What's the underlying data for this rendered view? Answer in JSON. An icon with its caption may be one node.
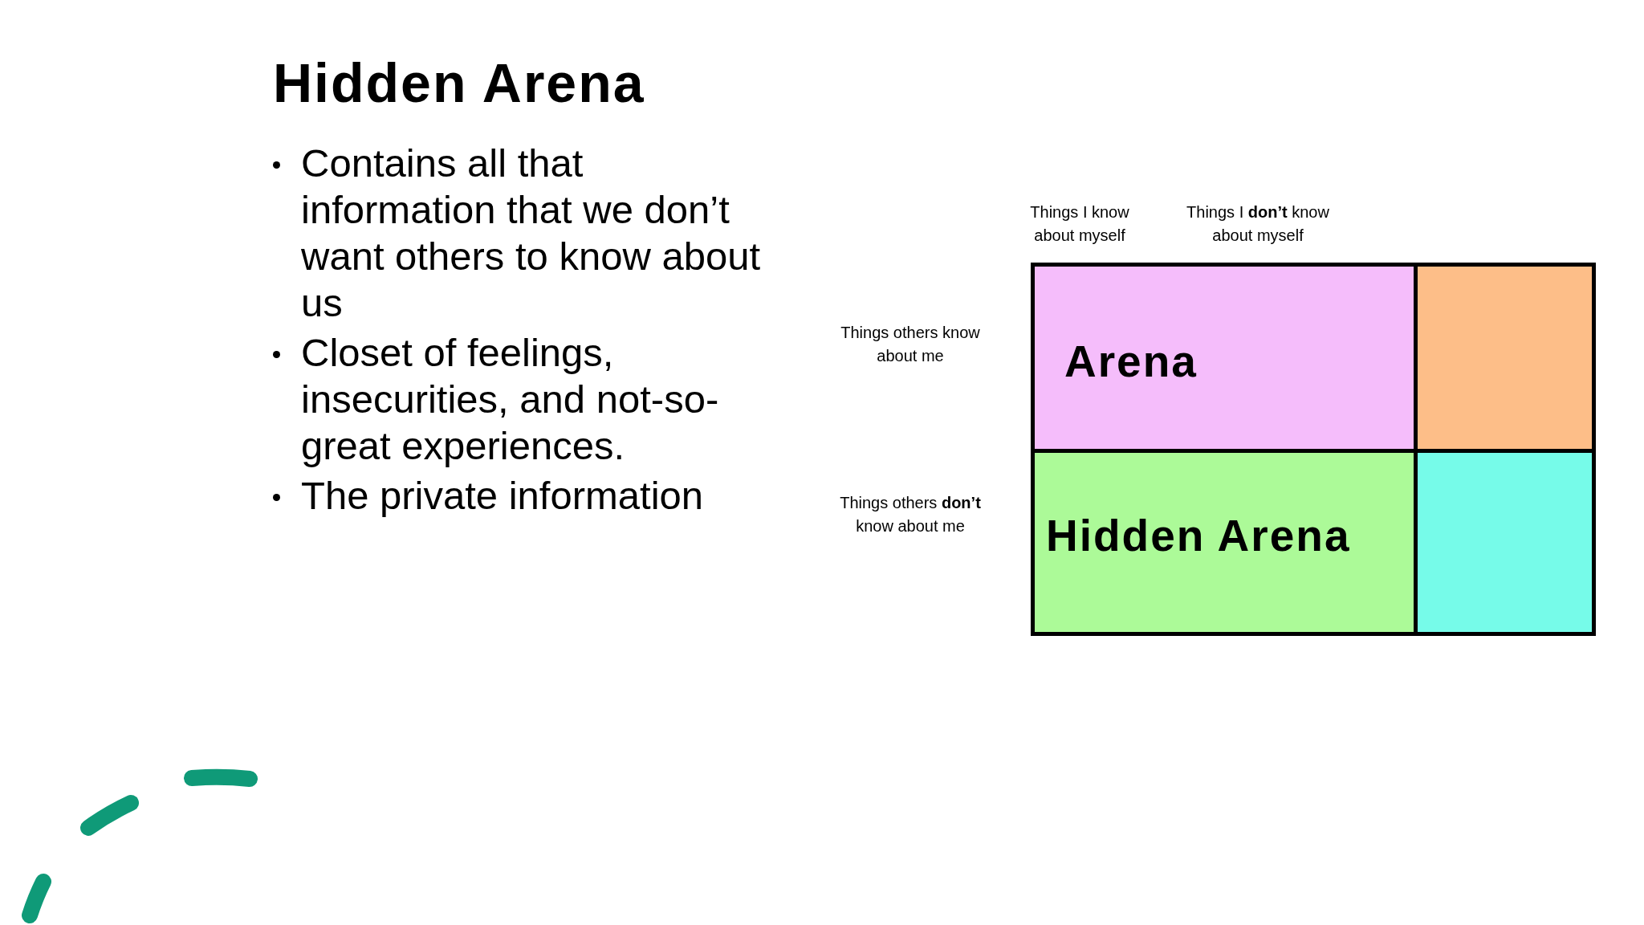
{
  "diagram": {
    "title": "Hidden Arena",
    "nodes": [
      {
        "text": [
          "Arena"
        ]
      },
      {
        "text": [],
        "shape": "box"
      },
      {
        "text": [
          "Hidden Arena"
        ]
      },
      {
        "text": [],
        "shape": "box"
      }
    ],
    "labels": [
      "Contains all that information that we don’t want others to know about us",
      "Closet of feelings, insecurities, and not-so-great experiences.",
      "The private information",
      "Things I know about myself",
      "Things I **don’t** know about myself",
      "Things others know about me",
      "Things others **don’t** know about me"
    ]
  }
}
